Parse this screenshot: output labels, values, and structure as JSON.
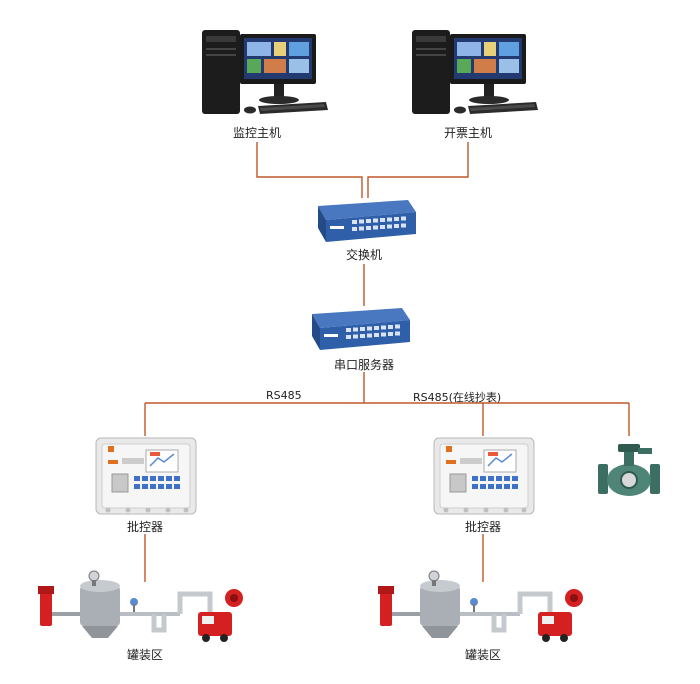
{
  "labels": {
    "monitor_host": "监控主机",
    "ticket_host": "开票主机",
    "switch": "交换机",
    "serial_server": "串口服务器",
    "batch_controller_left": "批控器",
    "batch_controller_right": "批控器",
    "loading_area_left": "罐装区",
    "loading_area_right": "罐装区"
  },
  "bus": {
    "left": "RS485",
    "right": "RS485(在线抄表)"
  },
  "colors": {
    "wire": "#c0582a",
    "switch_body": "#2f5fa8",
    "fire_truck": "#d42020",
    "valve": "#3d6e63"
  }
}
